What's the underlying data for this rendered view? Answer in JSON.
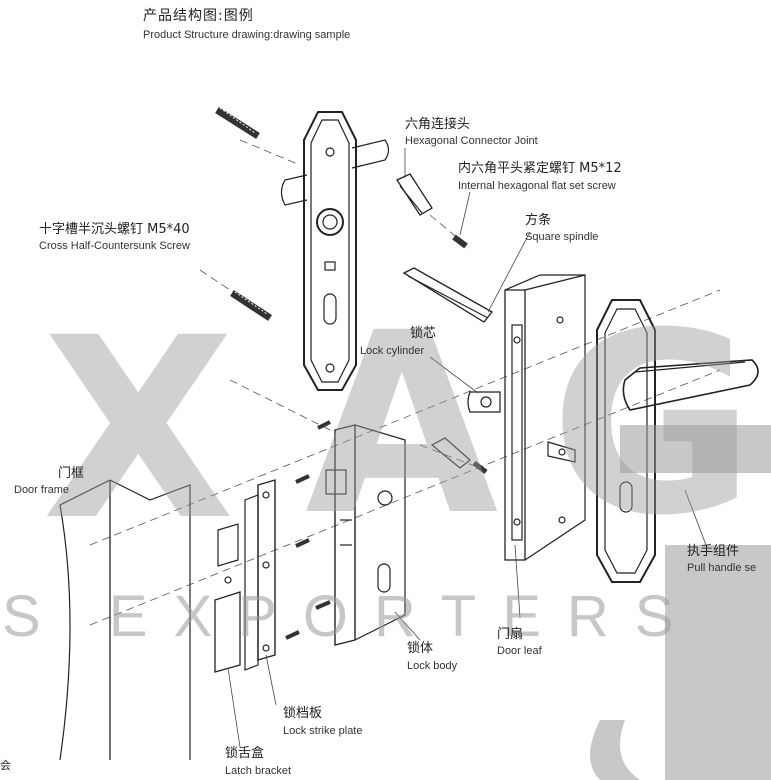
{
  "header": {
    "title_cn": "产品结构图:图例",
    "title_en": "Product Structure drawing:drawing sample"
  },
  "labels": {
    "hex_joint_cn": "六角连接头",
    "hex_joint_en": "Hexagonal Connector Joint",
    "set_screw_cn": "内六角平头紧定螺钉 M5*12",
    "set_screw_en": "Internal hexagonal flat set screw",
    "spindle_cn": "方条",
    "spindle_en": "Square spindle",
    "cross_screw_cn": "十字槽半沉头螺钉 M5*40",
    "cross_screw_en": "Cross Half-Countersunk Screw",
    "cylinder_cn": "锁芯",
    "cylinder_en": "Lock cylinder",
    "door_frame_cn": "门框",
    "door_frame_en": "Door frame",
    "handle_cn": "执手组件",
    "handle_en": "Pull handle se",
    "lock_body_cn": "锁体",
    "lock_body_en": "Lock body",
    "door_leaf_cn": "门扇",
    "door_leaf_en": "Door leaf",
    "strike_cn": "锁档板",
    "strike_en": "Lock strike plate",
    "latch_cn": "锁舌盒",
    "latch_en": "Latch bracket",
    "edge_char": "会"
  },
  "watermark": {
    "letters_big": "XAG",
    "subtitle": "S EXPORTERS"
  }
}
